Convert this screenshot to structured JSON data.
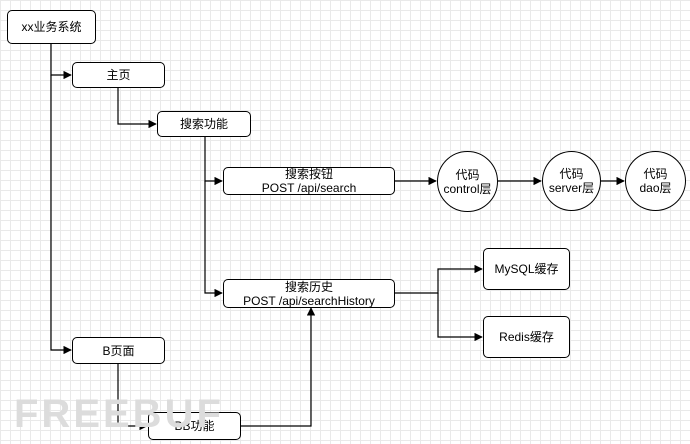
{
  "nodes": {
    "system": {
      "line1": "xx业务系统"
    },
    "home": {
      "line1": "主页"
    },
    "search_feature": {
      "line1": "搜索功能"
    },
    "search_button": {
      "line1": "搜索按钮",
      "line2": "POST /api/search"
    },
    "code_control": {
      "line1": "代码",
      "line2": "control层"
    },
    "code_server": {
      "line1": "代码",
      "line2": "server层"
    },
    "code_dao": {
      "line1": "代码",
      "line2": "dao层"
    },
    "search_history": {
      "line1": "搜索历史",
      "line2": "POST /api/searchHistory"
    },
    "mysql_cache": {
      "line1": "MySQL缓存"
    },
    "redis_cache": {
      "line1": "Redis缓存"
    },
    "b_page": {
      "line1": "B页面"
    },
    "bb_feature": {
      "line1": "BB功能"
    }
  },
  "watermark": "FREEBUF",
  "colors": {
    "line": "#000000",
    "node_fill": "#ffffff",
    "grid": "#e9e9e9",
    "watermark": "#dcdcdc"
  }
}
